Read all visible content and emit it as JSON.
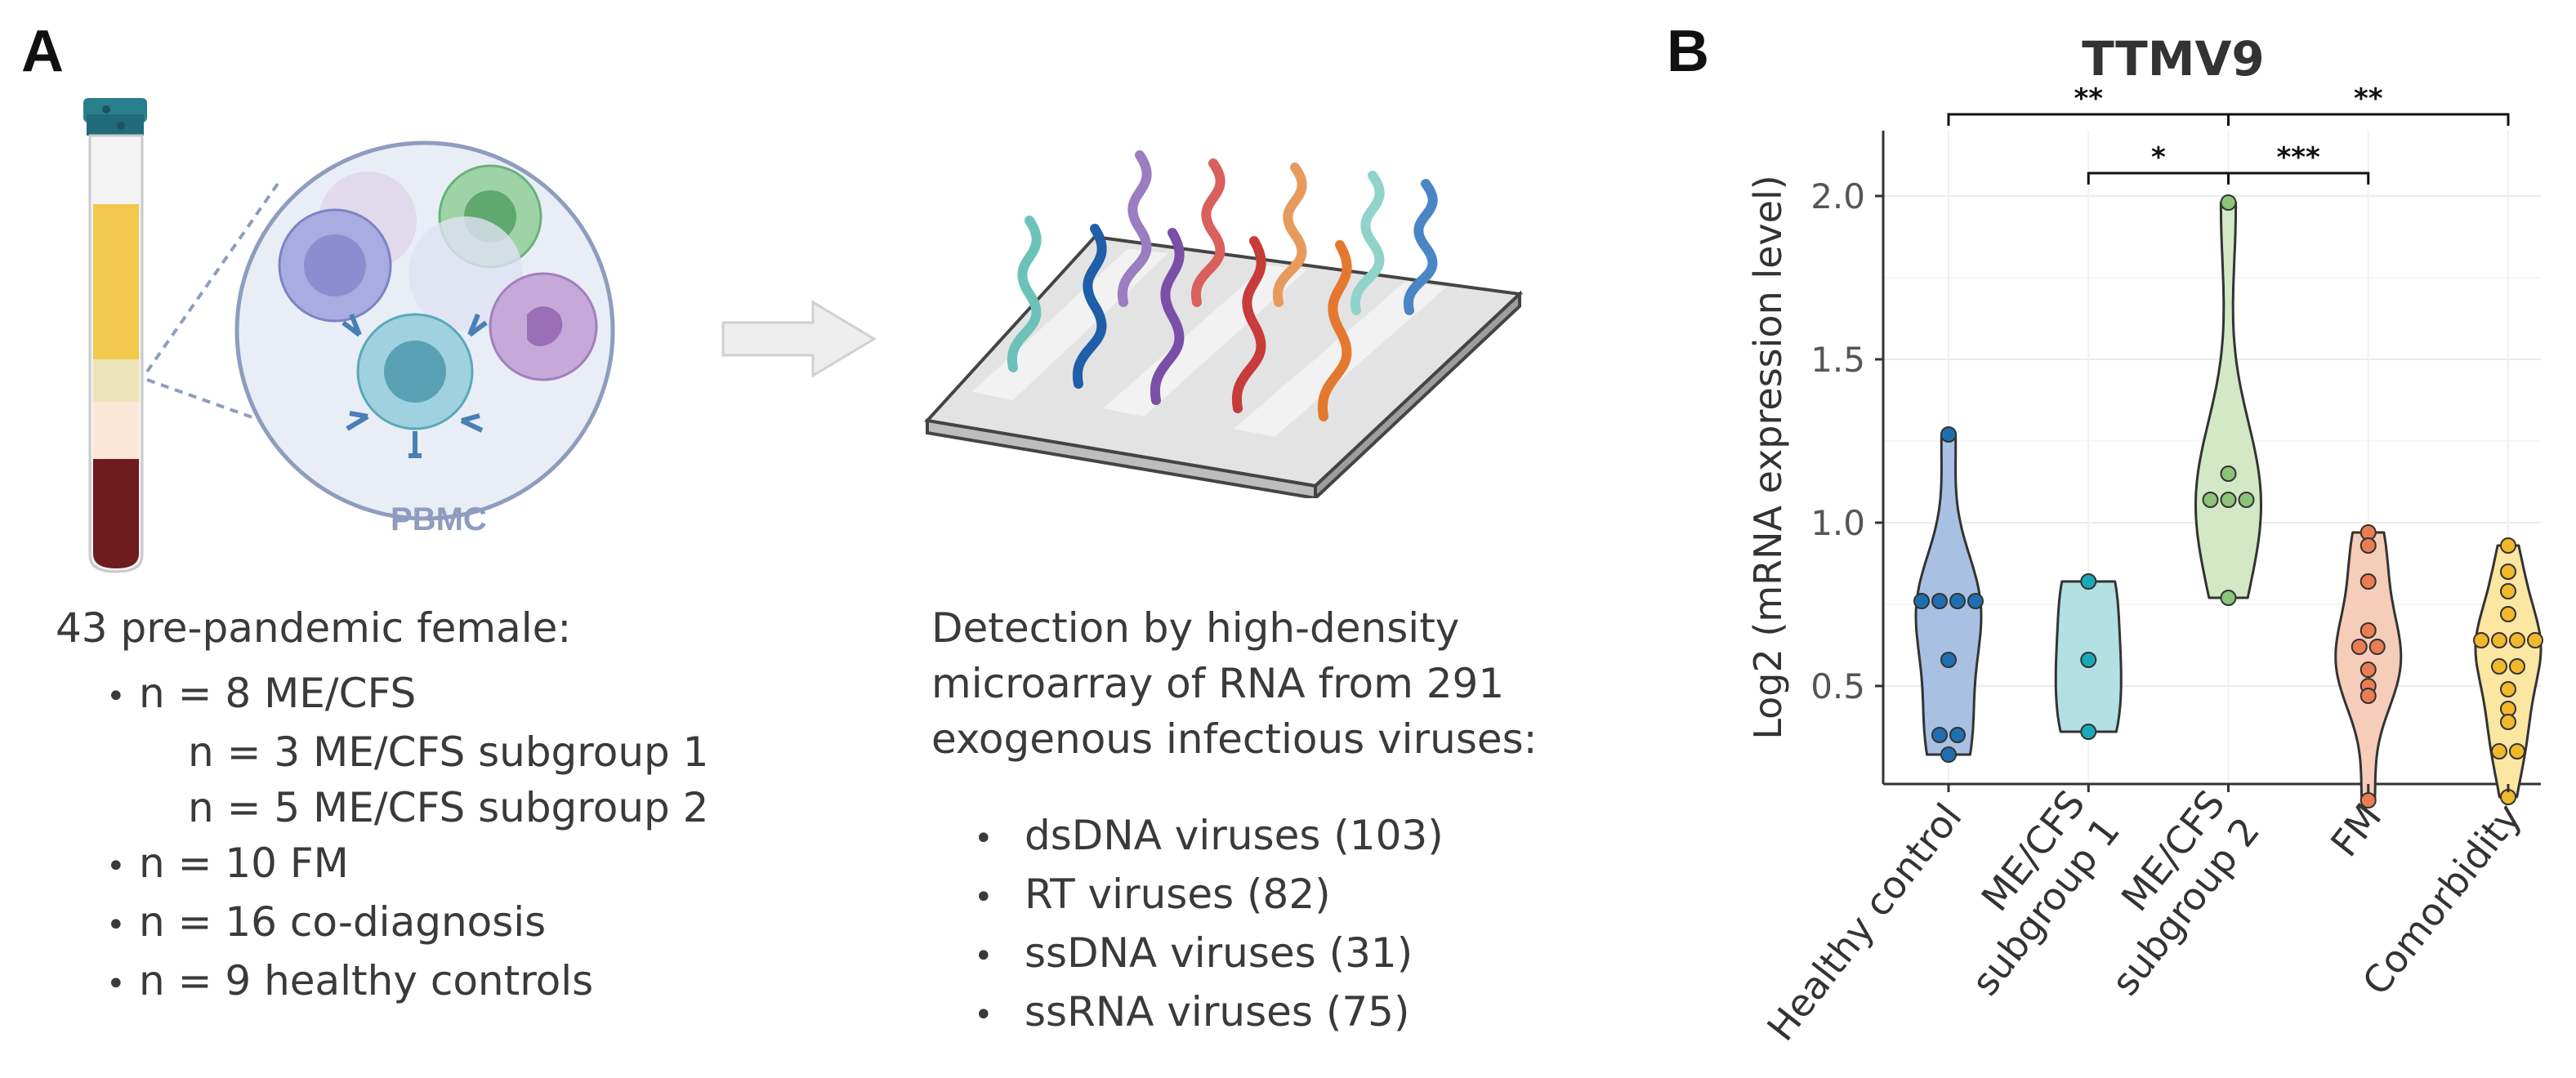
{
  "panel_a": {
    "letter": "A",
    "pbmc_label": "PBMC",
    "cohort": {
      "heading": "43 pre-pandemic female:",
      "items": [
        {
          "text": "n = 8 ME/CFS",
          "bullet": true
        },
        {
          "text": "n = 3 ME/CFS subgroup 1",
          "bullet": false
        },
        {
          "text": "n = 5 ME/CFS subgroup 2",
          "bullet": false
        },
        {
          "text": "n = 10 FM",
          "bullet": true
        },
        {
          "text": "n = 16 co-diagnosis",
          "bullet": true
        },
        {
          "text": "n = 9 healthy controls",
          "bullet": true
        }
      ]
    },
    "detection": {
      "lines": [
        "Detection by high-density",
        "microarray of RNA from 291",
        "exogenous infectious viruses:"
      ],
      "items": [
        "dsDNA viruses (103)",
        "RT viruses (82)",
        "ssDNA viruses (31)",
        "ssRNA viruses (75)"
      ]
    },
    "probe_colors": [
      "#6cc2b8",
      "#9b7ec1",
      "#d9605c",
      "#e89a5c",
      "#8fd3c9",
      "#4a86c5",
      "#1f5ea8",
      "#7b4fa8",
      "#c73b3b",
      "#e5782f"
    ]
  },
  "panel_b": {
    "letter": "B",
    "chart_data": {
      "type": "violin",
      "title": "TTMV9",
      "ylabel": "Log2 (mRNA expression level)",
      "ylim": [
        0.2,
        2.2
      ],
      "yticks": [
        0.5,
        1.0,
        1.5,
        2.0
      ],
      "ytick_labels": [
        "0.5",
        "1.0",
        "1.5",
        "2.0"
      ],
      "grid": true,
      "categories": [
        {
          "name": "Healthy control",
          "label_lines": [
            "Healthy control"
          ],
          "color": "#a8c0e2",
          "point_color": "#1f6fb0",
          "points": [
            1.27,
            0.76,
            0.76,
            0.76,
            0.76,
            0.58,
            0.35,
            0.35,
            0.29
          ]
        },
        {
          "name": "ME/CFS subgroup 1",
          "label_lines": [
            "ME/CFS",
            "subgroup 1"
          ],
          "color": "#b2e0e3",
          "point_color": "#1aa9b8",
          "points": [
            0.82,
            0.58,
            0.36
          ]
        },
        {
          "name": "ME/CFS subgroup 2",
          "label_lines": [
            "ME/CFS",
            "subgroup 2"
          ],
          "color": "#d3e8c4",
          "point_color": "#8cc47a",
          "points": [
            1.98,
            1.15,
            1.07,
            1.07,
            1.07,
            0.77
          ]
        },
        {
          "name": "FM",
          "label_lines": [
            "FM"
          ],
          "color": "#f6cdb9",
          "point_color": "#ea7d52",
          "points": [
            0.97,
            0.93,
            0.82,
            0.67,
            0.62,
            0.62,
            0.55,
            0.5,
            0.47,
            0.15
          ]
        },
        {
          "name": "Comorbidity",
          "label_lines": [
            "Comorbidity"
          ],
          "color": "#fbe6a2",
          "point_color": "#f1b82b",
          "points": [
            0.93,
            0.85,
            0.79,
            0.72,
            0.64,
            0.64,
            0.64,
            0.64,
            0.56,
            0.56,
            0.49,
            0.43,
            0.39,
            0.3,
            0.3,
            0.16
          ]
        }
      ],
      "significance": [
        {
          "from": 0,
          "to": 2,
          "label": "**",
          "y": 2.25
        },
        {
          "from": 2,
          "to": 4,
          "label": "**",
          "y": 2.25
        },
        {
          "from": 1,
          "to": 2,
          "label": "*",
          "y": 2.07
        },
        {
          "from": 2,
          "to": 3,
          "label": "***",
          "y": 2.07
        }
      ]
    }
  }
}
